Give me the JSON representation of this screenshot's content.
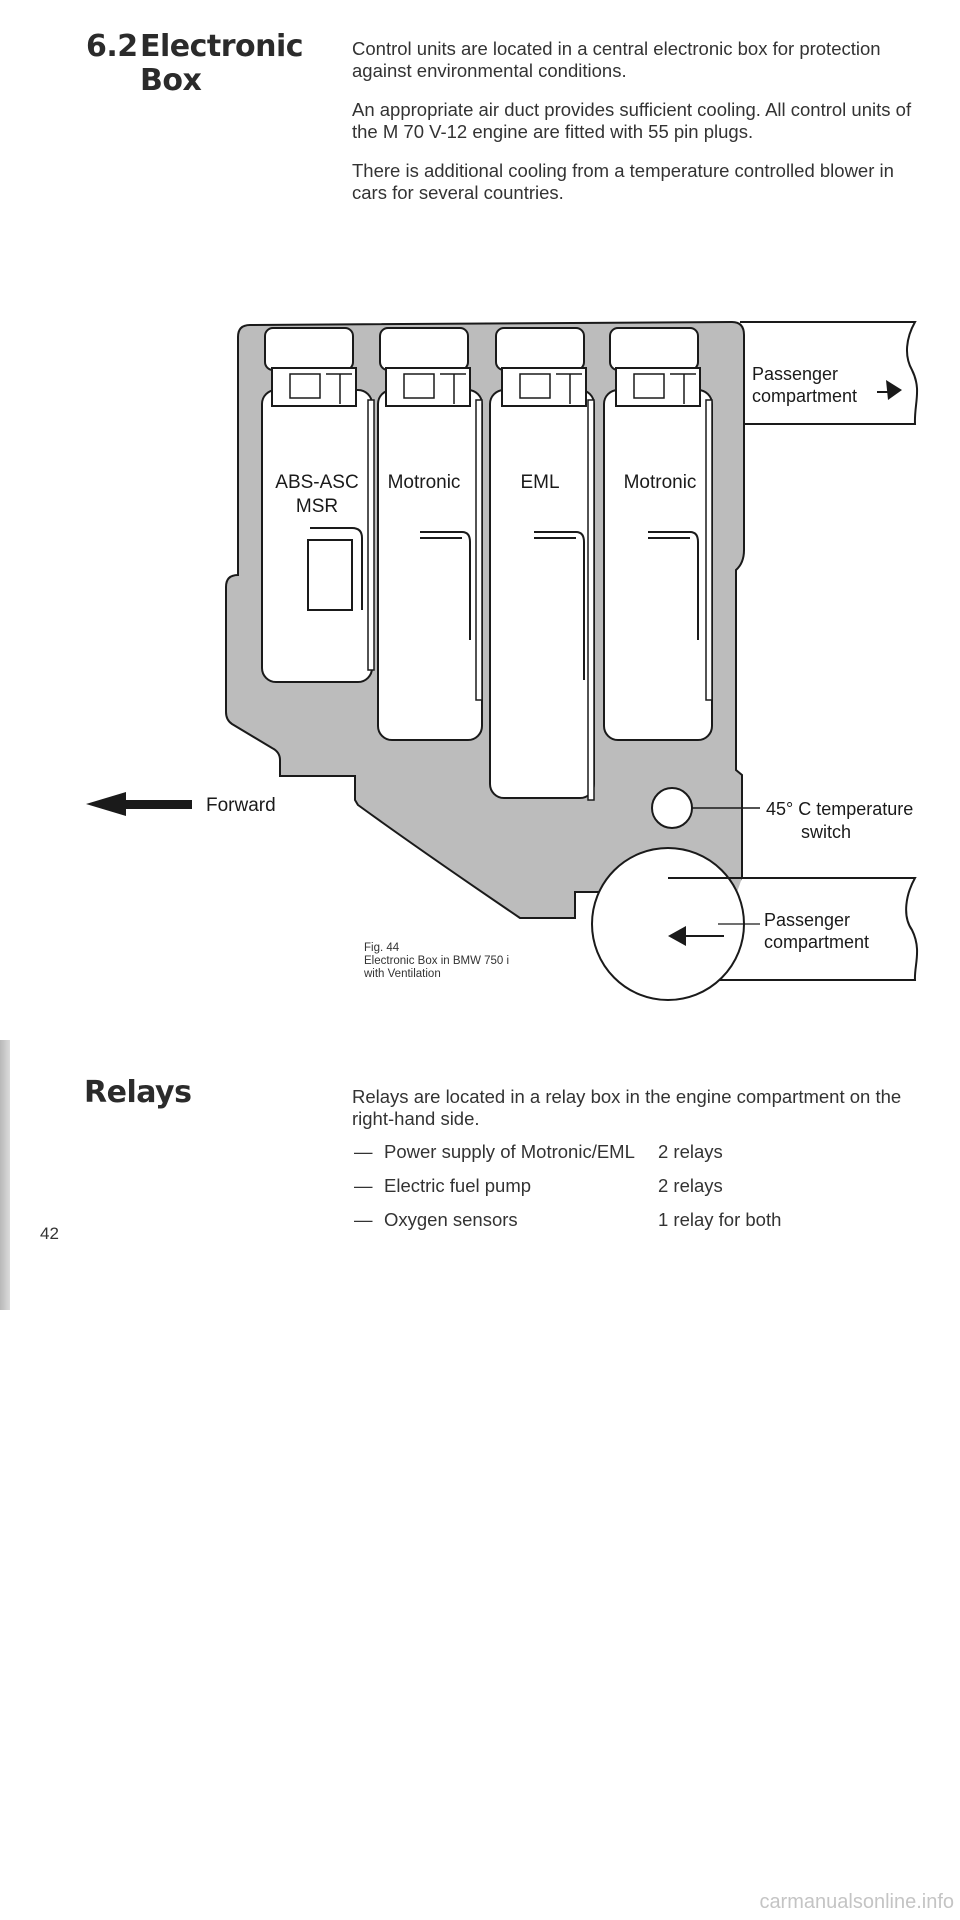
{
  "section": {
    "number": "6.2",
    "title_line1": "Electronic",
    "title_line2": "Box"
  },
  "intro": {
    "p1": "Control units are located in a central electronic box for protection against environmental conditions.",
    "p2": "An appropriate air duct provides sufficient cooling. All control units of the M 70 V-12 engine are fitted with 55 pin plugs.",
    "p3": "There is additional cooling from a temperature controlled blower in cars for several countries."
  },
  "figure": {
    "units": [
      "ABS-ASC",
      "MSR",
      "Motronic",
      "EML",
      "Motronic"
    ],
    "passenger_top": [
      "Passenger",
      "compartment"
    ],
    "forward": "Forward",
    "temp_switch": [
      "45° C temperature",
      "switch"
    ],
    "passenger_bottom": [
      "Passenger",
      "compartment"
    ],
    "caption": [
      "Fig. 44",
      "Electronic Box in BMW 750 i",
      "with Ventilation"
    ]
  },
  "relays": {
    "title": "Relays",
    "intro": "Relays are located in a relay box in the engine compartment on the right-hand side.",
    "dash": "—",
    "items": [
      {
        "label": "Power supply of Motronic/EML",
        "value": "2 relays"
      },
      {
        "label": "Electric fuel pump",
        "value": "2 relays"
      },
      {
        "label": "Oxygen sensors",
        "value": "1 relay for both"
      }
    ]
  },
  "page_number": "42",
  "footer": "carmanualsonline.info",
  "colors": {
    "box_fill": "#bcbcbc",
    "ink": "#1a1a1a",
    "unit_fill": "#ffffff"
  }
}
